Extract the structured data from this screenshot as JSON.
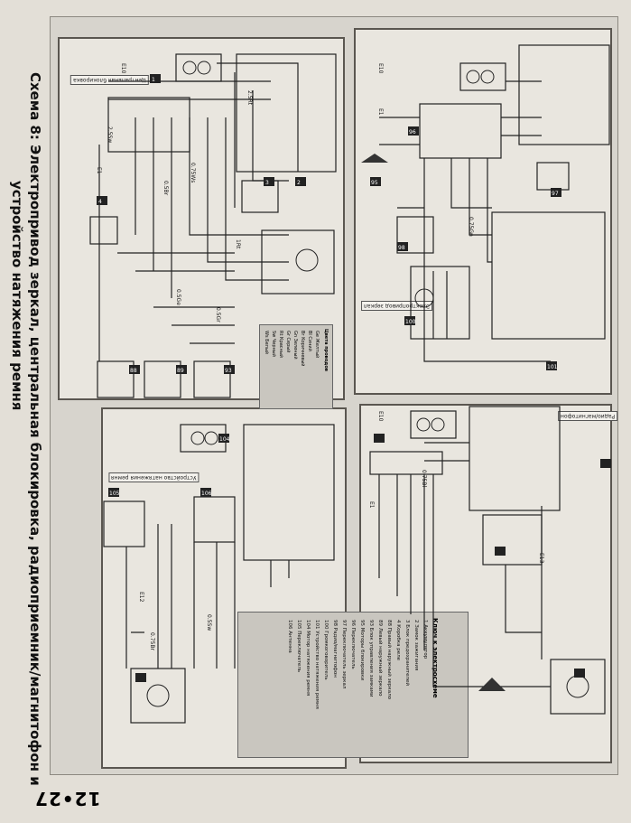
{
  "title_line1": "Схема 8: Электропривод зеркал, центральная блокировка, радиоприемник/магнитофон и",
  "title_line2": "устройство натяжения ремня",
  "page_number": "12•27",
  "key": {
    "title": "Ключ к электросхеме",
    "rows": [
      {
        "code": "1",
        "text": "Аккумулятор"
      },
      {
        "code": "2",
        "text": "Замок зажигания"
      },
      {
        "code": "3",
        "text": "Блок предохранителей"
      },
      {
        "code": "4",
        "text": "Коробка реле"
      },
      {
        "code": "88",
        "text": "Правый наружный зеркало"
      },
      {
        "code": "89",
        "text": "Левый наружный зеркало"
      },
      {
        "code": "93",
        "text": "Блок управления замками"
      },
      {
        "code": "95",
        "text": "Моторы блокировки"
      },
      {
        "code": "96",
        "text": "Переключатель"
      },
      {
        "code": "97",
        "text": "Переключатель зеркал"
      },
      {
        "code": "98",
        "text": "Радио/магнитофон"
      },
      {
        "code": "100",
        "text": "Громкоговоритель"
      },
      {
        "code": "101",
        "text": "Устройство натяжения ремня"
      },
      {
        "code": "104",
        "text": "Мотор натяжения ремня"
      },
      {
        "code": "105",
        "text": "Переключатель"
      },
      {
        "code": "106",
        "text": "Антенна"
      }
    ]
  },
  "color_legend": {
    "title": "Цвета проводов",
    "rows": [
      "Ge Желтый",
      "Bl Синий",
      "Br Коричневый",
      "Gn Зеленый",
      "Gr Серый",
      "Rt Красный",
      "Sw Черный",
      "Ws Белый"
    ]
  },
  "panels": {
    "top_left_tag": "Центральная блокировка",
    "top_right_tag": "Электропривод зеркал",
    "bottom_left_tag": "Устройство натяжения ремня",
    "bottom_right_tag": "Радио/магнитофон"
  },
  "labels": {
    "e10": "E10",
    "e1": "E1",
    "e12": "E12",
    "e13": "E13",
    "w": "2.5Sw",
    "f1": "0.75Ws",
    "f2": "0.5Br",
    "f3": "0.5Ge",
    "f4": "0.75Gn",
    "f5": "1Rt",
    "f6": "0.5Gr",
    "f7": "0.75Bl",
    "f8": "2.5Rt",
    "f9": "0.5Sw",
    "f10": "0.75Br"
  },
  "components": [
    "1",
    "2",
    "3",
    "4",
    "88",
    "89",
    "93",
    "95",
    "96",
    "97",
    "98",
    "100",
    "101",
    "104",
    "105",
    "106"
  ]
}
